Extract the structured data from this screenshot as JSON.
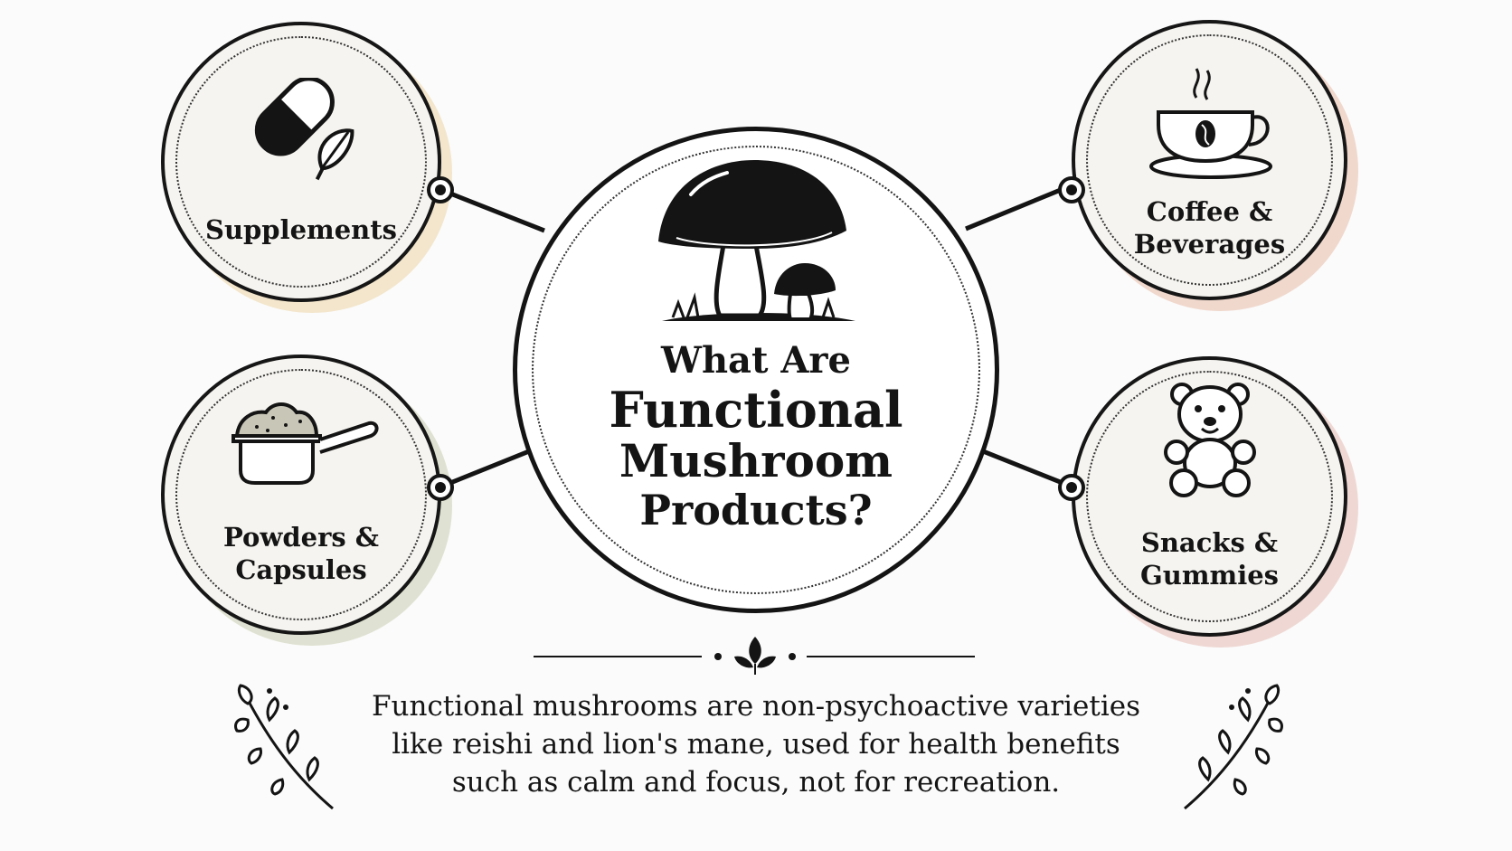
{
  "center": {
    "title_line1": "What Are",
    "title_line2": "Functional",
    "title_line3": "Mushroom",
    "title_line4": "Products?",
    "icon": "mushroom-icon"
  },
  "categories": [
    {
      "label_line1": "Supplements",
      "label_line2": "",
      "icon": "pill-leaf-icon"
    },
    {
      "label_line1": "Coffee &",
      "label_line2": "Beverages",
      "icon": "coffee-cup-icon"
    },
    {
      "label_line1": "Powders &",
      "label_line2": "Capsules",
      "icon": "powder-scoop-icon"
    },
    {
      "label_line1": "Snacks &",
      "label_line2": "Gummies",
      "icon": "gummy-bear-icon"
    }
  ],
  "description": {
    "line1": "Functional mushrooms are non-psychoactive varieties",
    "line2": "like reishi and lion's mane, used for health benefits",
    "line3": "such as calm and focus, not for recreation."
  },
  "colors": {
    "ink": "#141414",
    "circle_fill": "#f6f4f0",
    "shadow_supplements": "#f3e6cc",
    "shadow_coffee": "#f0d8cd",
    "shadow_powders": "#dfe2d2",
    "shadow_snacks": "#efd8d4"
  }
}
